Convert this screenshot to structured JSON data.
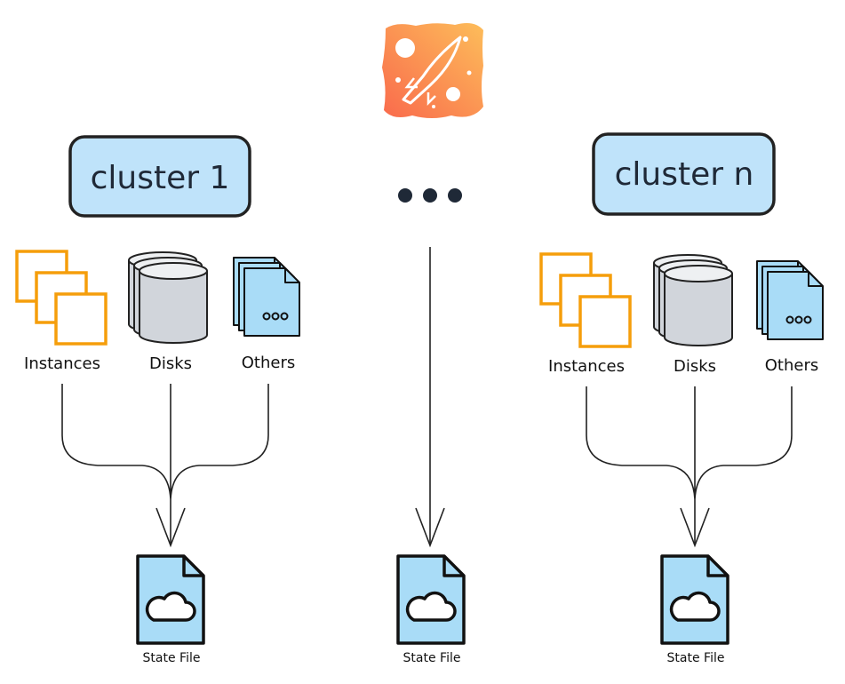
{
  "clusters": [
    {
      "title": "cluster 1",
      "instances": "Instances",
      "disks": "Disks",
      "others": "Others",
      "state_file": "State File"
    },
    {
      "title": "cluster n",
      "instances": "Instances",
      "disks": "Disks",
      "others": "Others",
      "state_file": "State File"
    }
  ],
  "middle": {
    "state_file": "State File"
  },
  "icons": {
    "logo": "rocket-logo-icon",
    "instances": "instances-stack-icon",
    "disks": "disks-stack-icon",
    "others": "documents-stack-icon",
    "state_file": "cloud-document-icon",
    "ellipsis": "ellipsis-icon"
  },
  "colors": {
    "cluster_fill": "#bfe3fa",
    "cluster_border": "#222222",
    "instance_stroke": "#f59e0b",
    "disk_fill": "#d1d5db",
    "doc_fill": "#a9dcf7",
    "logo_start": "#f96a4c",
    "logo_end": "#fdbd5a"
  }
}
